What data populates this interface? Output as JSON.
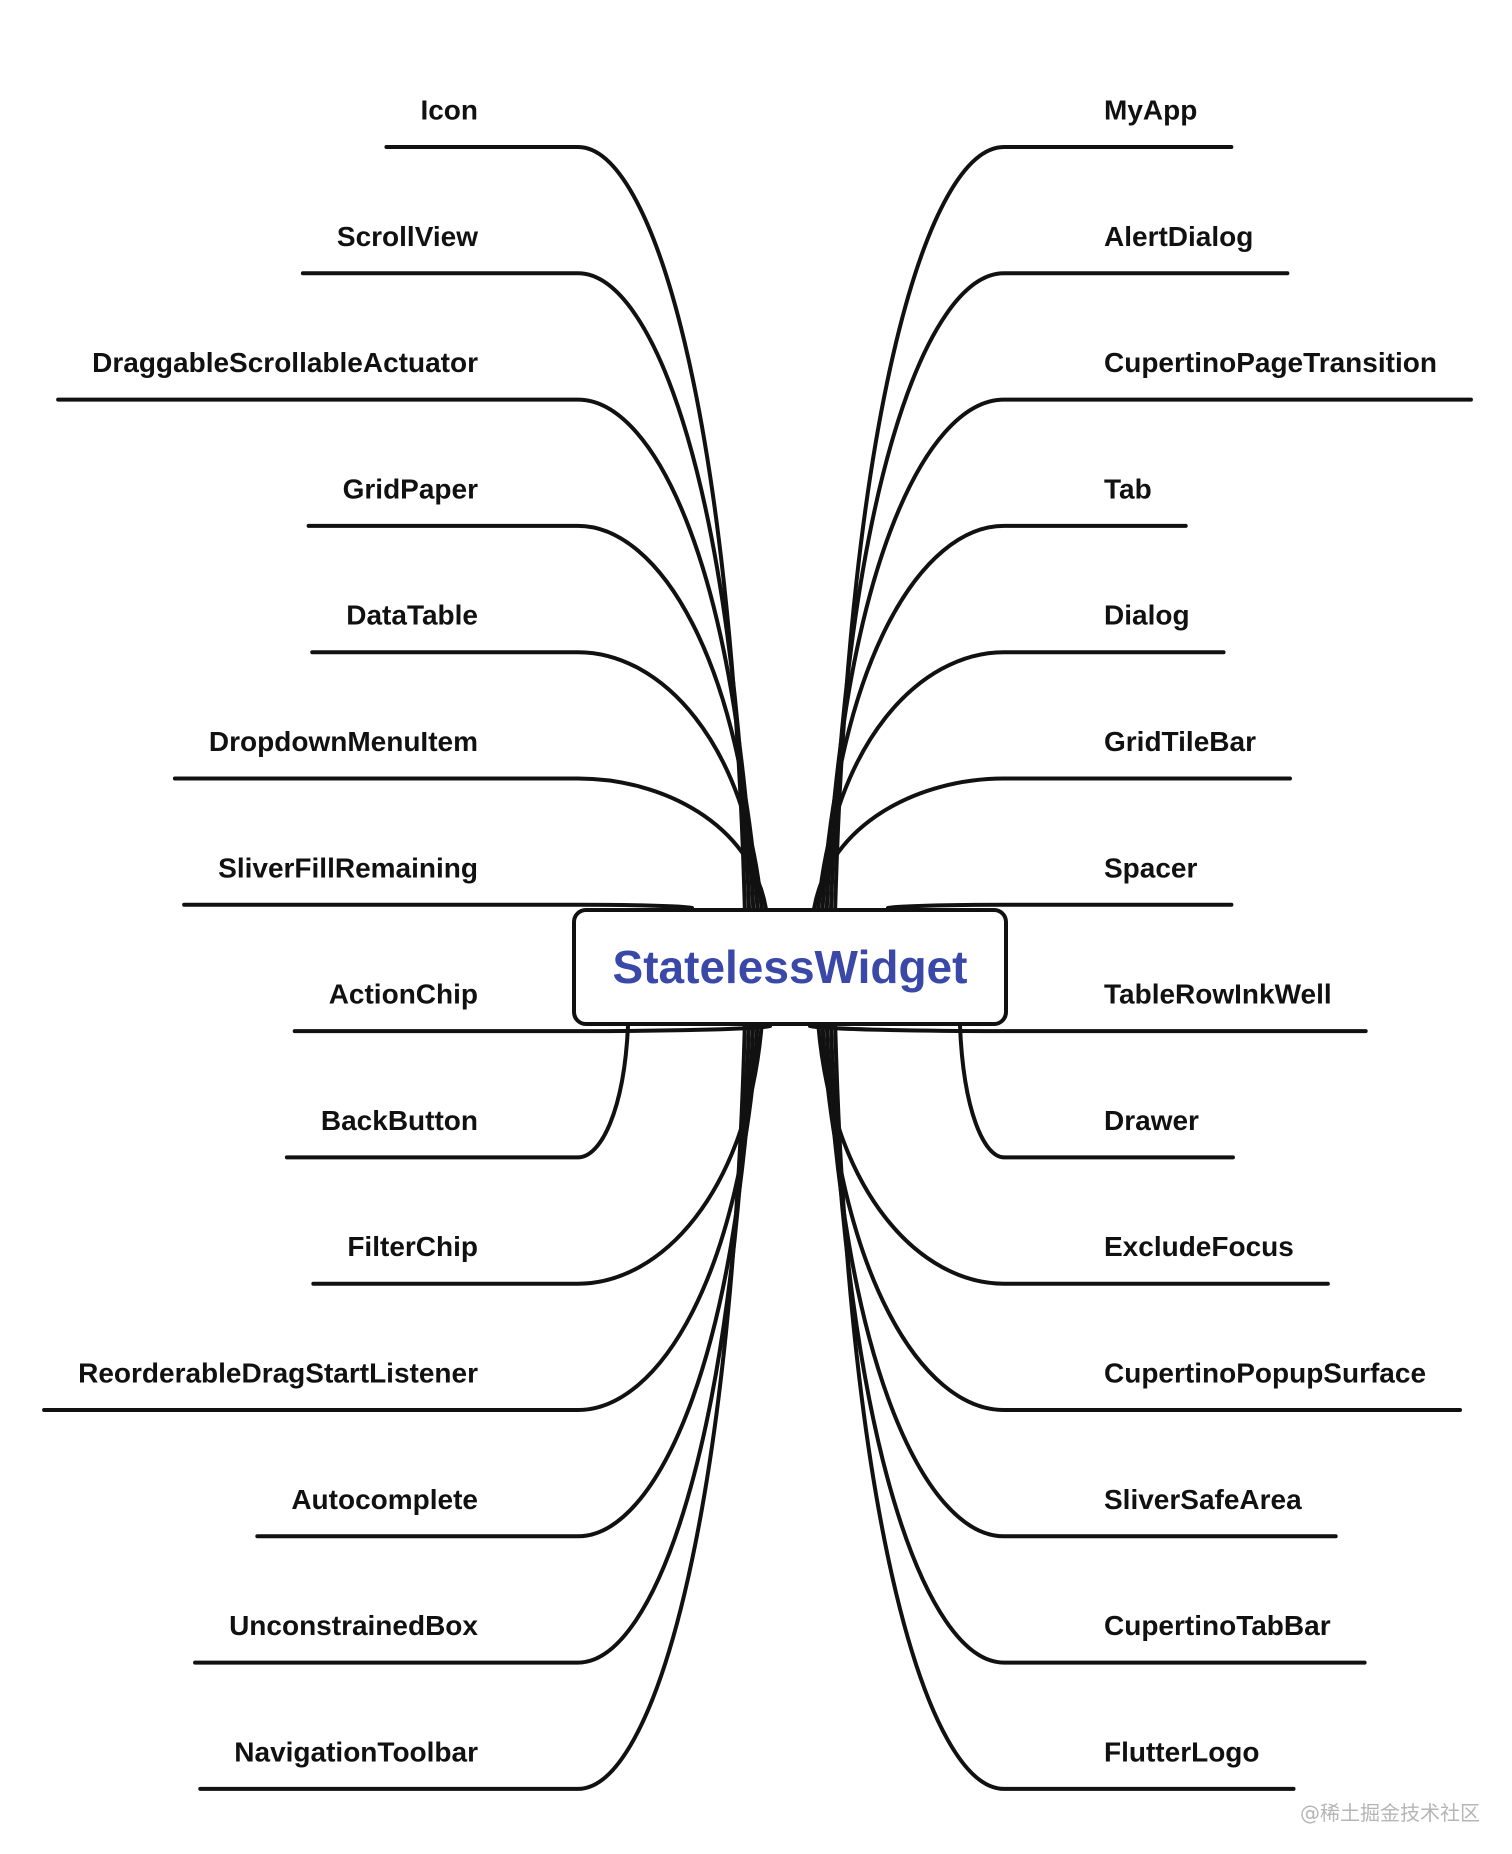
{
  "diagram": {
    "root": {
      "label": "StatelessWidget",
      "color": "#3a48a8"
    },
    "left_children": [
      "Icon",
      "ScrollView",
      "DraggableScrollableActuator",
      "GridPaper",
      "DataTable",
      "DropdownMenuItem",
      "SliverFillRemaining",
      "ActionChip",
      "BackButton",
      "FilterChip",
      "ReorderableDragStartListener",
      "Autocomplete",
      "UnconstrainedBox",
      "NavigationToolbar"
    ],
    "right_children": [
      "MyApp",
      "AlertDialog",
      "CupertinoPageTransition",
      "Tab",
      "Dialog",
      "GridTileBar",
      "Spacer",
      "TableRowInkWell",
      "Drawer",
      "ExcludeFocus",
      "CupertinoPopupSurface",
      "SliverSafeArea",
      "CupertinoTabBar",
      "FlutterLogo"
    ],
    "line_color": "#111111"
  },
  "watermark": "@稀土掘金技术社区"
}
